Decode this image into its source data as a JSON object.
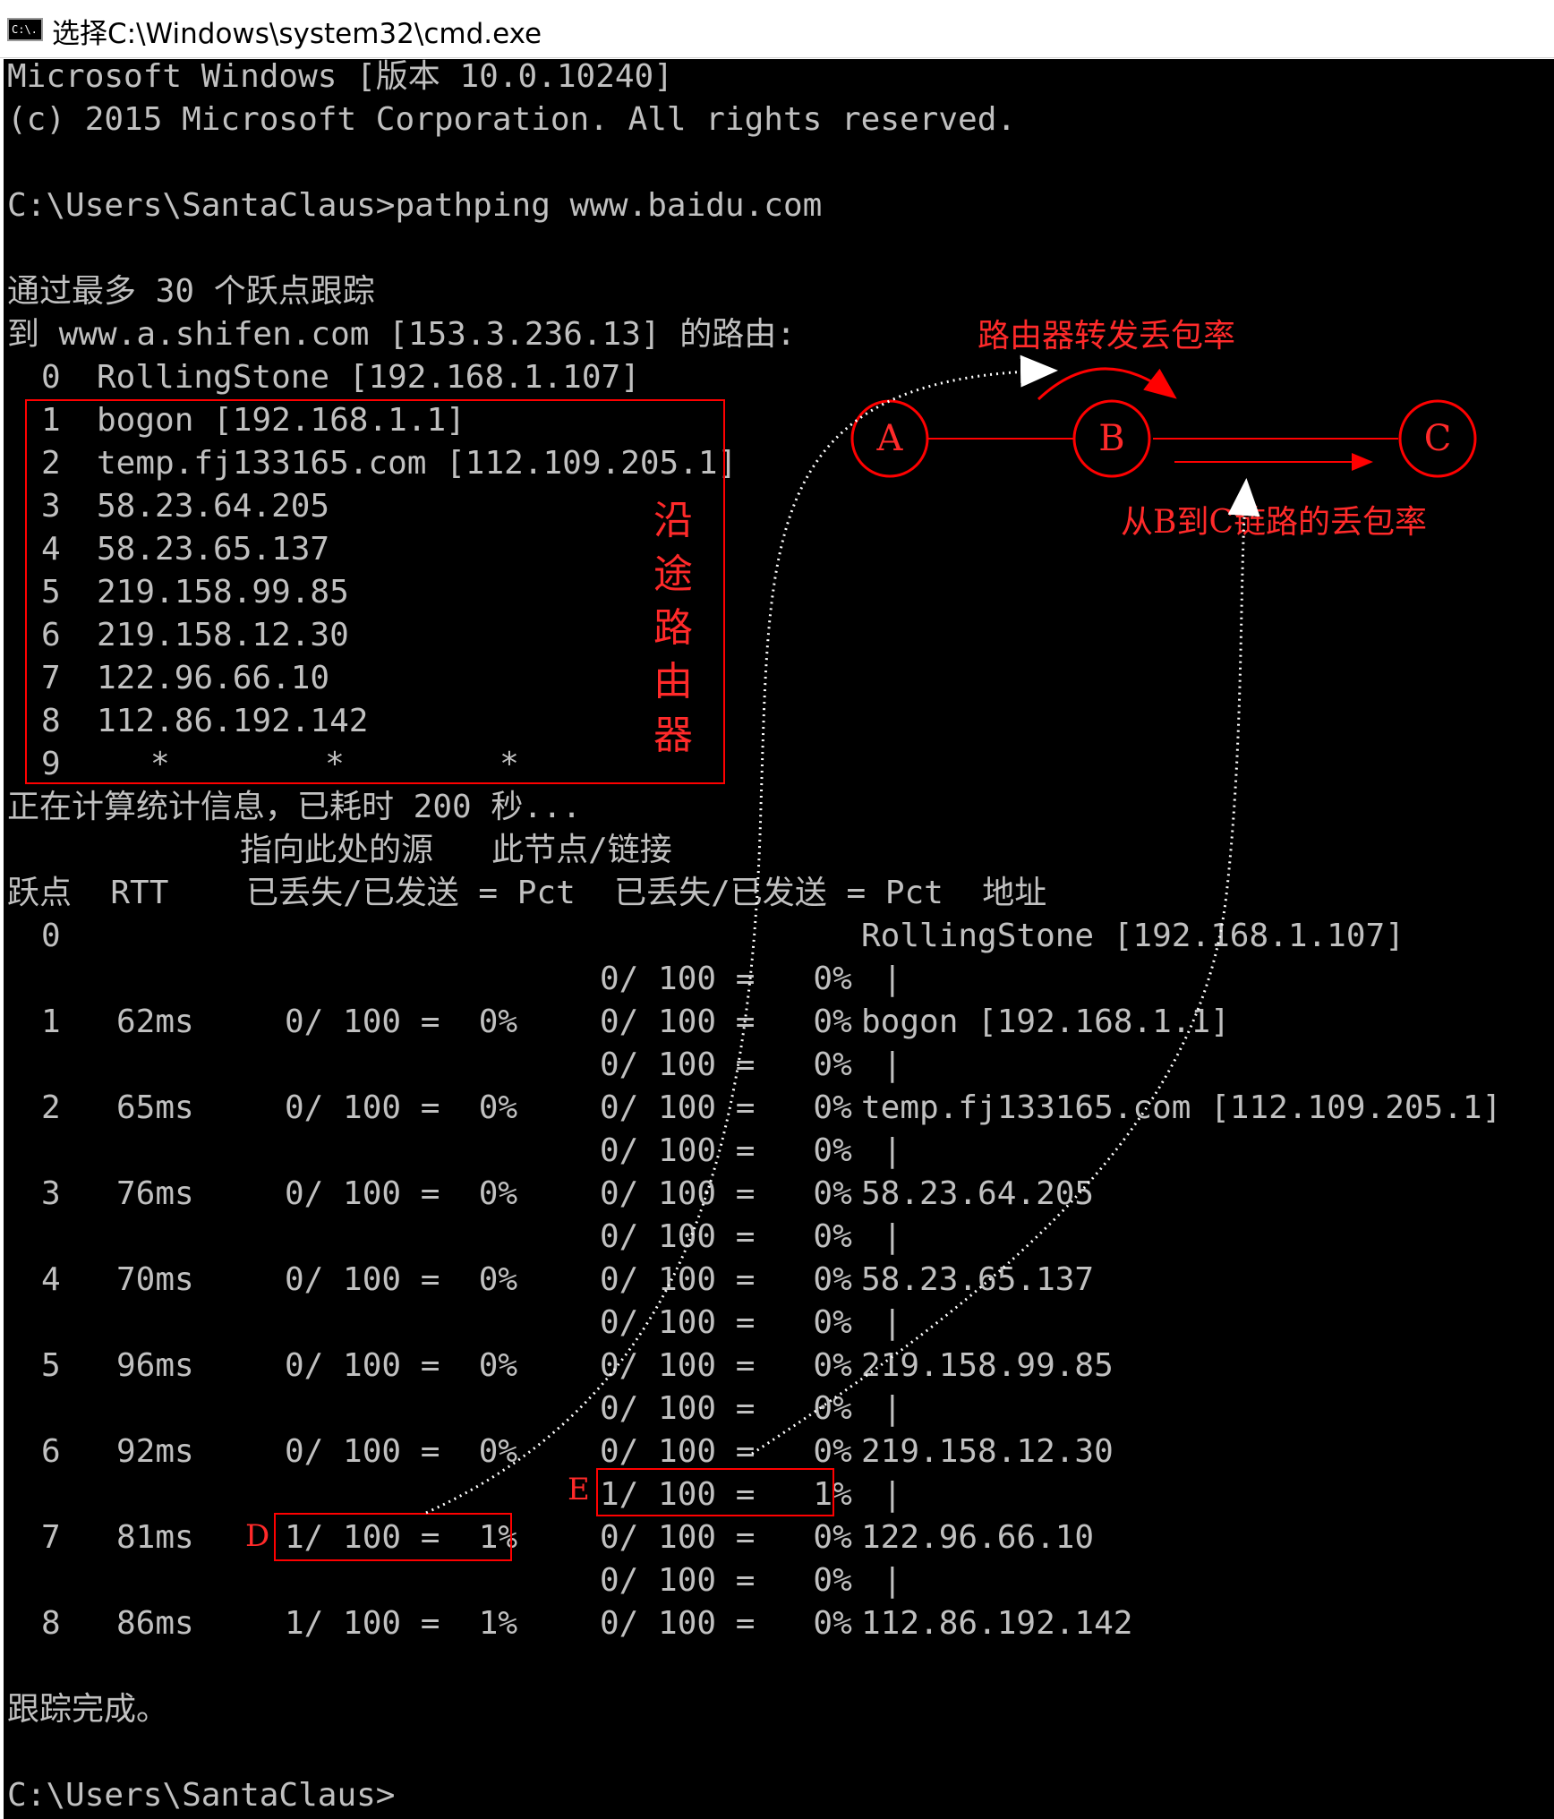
{
  "window": {
    "title": "选择C:\\Windows\\system32\\cmd.exe",
    "icon": "C:\\."
  },
  "console": {
    "header": [
      "Microsoft Windows [版本 10.0.10240]",
      "(c) 2015 Microsoft Corporation. All rights reserved.",
      "C:\\Users\\SantaClaus>pathping www.baidu.com",
      "通过最多 30 个跃点跟踪",
      "到 www.a.shifen.com [153.3.236.13] 的路由:"
    ],
    "route_hops": [
      {
        "num": "0",
        "host": "RollingStone [192.168.1.107]"
      },
      {
        "num": "1",
        "host": "bogon [192.168.1.1]"
      },
      {
        "num": "2",
        "host": "temp.fj133165.com [112.109.205.1]"
      },
      {
        "num": "3",
        "host": "58.23.64.205"
      },
      {
        "num": "4",
        "host": "58.23.65.137"
      },
      {
        "num": "5",
        "host": "219.158.99.85"
      },
      {
        "num": "6",
        "host": "219.158.12.30"
      },
      {
        "num": "7",
        "host": "122.96.66.10"
      },
      {
        "num": "8",
        "host": "112.86.192.142"
      },
      {
        "num": "9",
        "host": "*        *        *"
      }
    ],
    "computing": "正在计算统计信息，已耗时 200 秒...",
    "stats_header1": "            指向此处的源   此节点/链接",
    "stats_header2": "跃点  RTT    已丢失/已发送 = Pct  已丢失/已发送 = Pct  地址",
    "stats_rows": [
      {
        "hop": "0",
        "rtt": "",
        "src": "",
        "node": "",
        "addr": "RollingStone [192.168.1.107]"
      },
      {
        "hop": "",
        "rtt": "",
        "src": "",
        "node": "0/ 100 =   0%",
        "addr": "|"
      },
      {
        "hop": "1",
        "rtt": "62ms",
        "src": "0/ 100 =  0%",
        "node": "0/ 100 =   0%",
        "addr": "bogon [192.168.1.1]"
      },
      {
        "hop": "",
        "rtt": "",
        "src": "",
        "node": "0/ 100 =   0%",
        "addr": "|"
      },
      {
        "hop": "2",
        "rtt": "65ms",
        "src": "0/ 100 =  0%",
        "node": "0/ 100 =   0%",
        "addr": "temp.fj133165.com [112.109.205.1]"
      },
      {
        "hop": "",
        "rtt": "",
        "src": "",
        "node": "0/ 100 =   0%",
        "addr": "|"
      },
      {
        "hop": "3",
        "rtt": "76ms",
        "src": "0/ 100 =  0%",
        "node": "0/ 100 =   0%",
        "addr": "58.23.64.205"
      },
      {
        "hop": "",
        "rtt": "",
        "src": "",
        "node": "0/ 100 =   0%",
        "addr": "|"
      },
      {
        "hop": "4",
        "rtt": "70ms",
        "src": "0/ 100 =  0%",
        "node": "0/ 100 =   0%",
        "addr": "58.23.65.137"
      },
      {
        "hop": "",
        "rtt": "",
        "src": "",
        "node": "0/ 100 =   0%",
        "addr": "|"
      },
      {
        "hop": "5",
        "rtt": "96ms",
        "src": "0/ 100 =  0%",
        "node": "0/ 100 =   0%",
        "addr": "219.158.99.85"
      },
      {
        "hop": "",
        "rtt": "",
        "src": "",
        "node": "0/ 100 =   0%",
        "addr": "|"
      },
      {
        "hop": "6",
        "rtt": "92ms",
        "src": "0/ 100 =  0%",
        "node": "0/ 100 =   0%",
        "addr": "219.158.12.30"
      },
      {
        "hop": "",
        "rtt": "",
        "src": "",
        "node": "1/ 100 =   1%",
        "addr": "|"
      },
      {
        "hop": "7",
        "rtt": "81ms",
        "src": "1/ 100 =  1%",
        "node": "0/ 100 =   0%",
        "addr": "122.96.66.10"
      },
      {
        "hop": "",
        "rtt": "",
        "src": "",
        "node": "0/ 100 =   0%",
        "addr": "|"
      },
      {
        "hop": "8",
        "rtt": "86ms",
        "src": "1/ 100 =  1%",
        "node": "0/ 100 =   0%",
        "addr": "112.86.192.142"
      }
    ],
    "done": "跟踪完成。",
    "prompt": "C:\\Users\\SantaClaus>"
  },
  "annotations": {
    "routers_label": "沿途路由器",
    "forward_loss": "路由器转发丢包率",
    "link_loss": "从B到C链路的丢包率",
    "node_a": "A",
    "node_b": "B",
    "node_c": "C",
    "mark_d": "D",
    "mark_e": "E",
    "color": "#ff0000",
    "arrow_color": "#ffffff"
  }
}
